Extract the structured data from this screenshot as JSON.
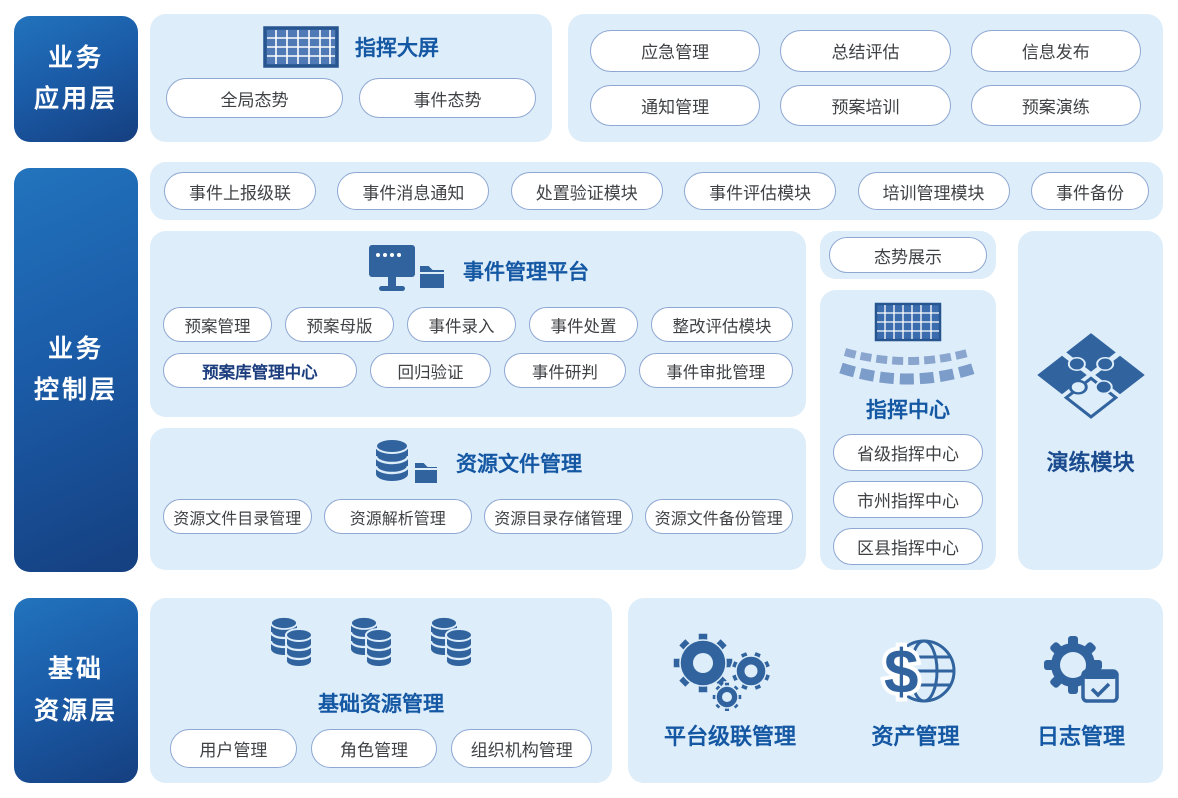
{
  "colors": {
    "accent": "#1457a3",
    "panel_bg": "#ddedfa",
    "pill_border": "#8fa8d2",
    "icon_blue": "#31649f",
    "layer_gradient_top": "#2273bd",
    "layer_gradient_bottom": "#153f80"
  },
  "layers": [
    {
      "line1": "业务",
      "line2": "应用层"
    },
    {
      "line1": "业务",
      "line2": "控制层"
    },
    {
      "line1": "基础",
      "line2": "资源层"
    }
  ],
  "command_screen": {
    "title": "指挥大屏",
    "pills": [
      "全局态势",
      "事件态势"
    ]
  },
  "app_modules": {
    "pills": [
      "应急管理",
      "总结评估",
      "信息发布",
      "通知管理",
      "预案培训",
      "预案演练"
    ]
  },
  "control_pills": [
    "事件上报级联",
    "事件消息通知",
    "处置验证模块",
    "事件评估模块",
    "培训管理模块",
    "事件备份"
  ],
  "event_platform": {
    "title": "事件管理平台",
    "row1": [
      "预案管理",
      "预案母版",
      "事件录入",
      "事件处置",
      "整改评估模块"
    ],
    "row2": [
      {
        "label": "预案库管理中心",
        "bold": true,
        "wide": true
      },
      "回归验证",
      "事件研判",
      "事件审批管理"
    ]
  },
  "resource_mgmt": {
    "title": "资源文件管理",
    "pills": [
      "资源文件目录管理",
      "资源解析管理",
      "资源目录存储管理",
      "资源文件备份管理"
    ]
  },
  "situation": {
    "pill": "态势展示"
  },
  "command_center": {
    "title": "指挥中心",
    "pills": [
      "省级指挥中心",
      "市州指挥中心",
      "区县指挥中心"
    ]
  },
  "drill_module": {
    "title": "演练模块"
  },
  "base_resource": {
    "title": "基础资源管理",
    "pills": [
      "用户管理",
      "角色管理",
      "组织机构管理"
    ]
  },
  "ops": {
    "items": [
      {
        "label": "平台级联管理"
      },
      {
        "label": "资产管理"
      },
      {
        "label": "日志管理"
      }
    ]
  }
}
